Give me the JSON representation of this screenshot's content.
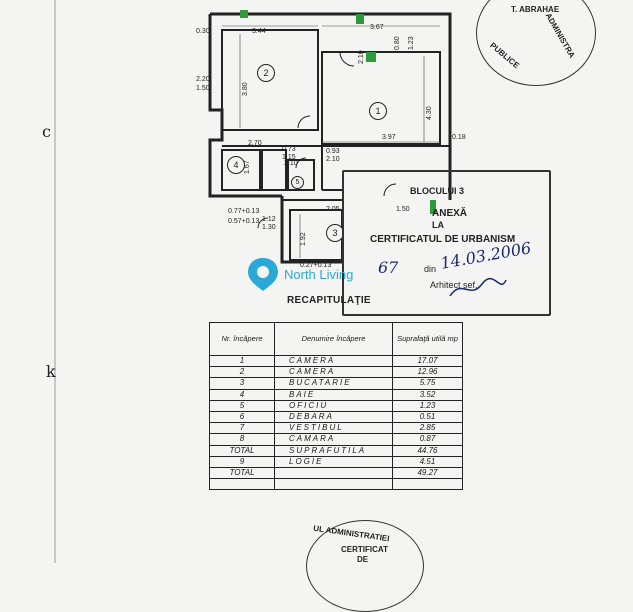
{
  "plan": {
    "dims": {
      "top_width": "3.44",
      "top_right": "3.67",
      "d_30": "0.30",
      "d_220": "2.20",
      "d_150": "1.50",
      "room2_height": "3.80",
      "room1_height": "4.30",
      "d_210a": "2.10",
      "d_080": "0.80",
      "d_123": "1.23",
      "d_397": "3.97",
      "d_018": "0.18",
      "d_270": "2.70",
      "d_073": "0.73",
      "d_115": "1.15",
      "d_093": "0.93",
      "d_210b": "2.10",
      "d_210c": "2.10",
      "d_167": "1.67",
      "d_150b": "1.50",
      "d_077": "0.77+0.13",
      "d_057": "0.57+0.13",
      "d_112": "1.12",
      "d_130": "1.30",
      "d_192": "1.92",
      "d_027": "0.27+0.13",
      "d_205": "2.05"
    },
    "rooms": [
      "1",
      "2",
      "3",
      "4",
      "5"
    ]
  },
  "stamp": {
    "line1": "BLOCULUI 3",
    "line2": "ANEXĂ",
    "line3": "LA",
    "line4": "CERTIFICATUL DE URBANISM",
    "nr": "67",
    "din_label": "din",
    "date": "14.03.2006",
    "arhitect": "Arhitect şef,"
  },
  "seal_top": {
    "name": "T. ABRAHAE",
    "text1": "ADMINISTRA",
    "text2": "PUBLICE"
  },
  "seal_bottom": {
    "text1": "UL ADMINISTRATIEI",
    "text2": "CERTIFICAT",
    "text3": "DE"
  },
  "logo": {
    "text": "North Living"
  },
  "recap": {
    "title": "RECAPITULAŢIE"
  },
  "table": {
    "headers": [
      "Nr. încăpere",
      "Denumire încăpere",
      "Suprafaţă utilă mp"
    ],
    "rows": [
      [
        "1",
        "CAMERA",
        "17.07"
      ],
      [
        "2",
        "CAMERA",
        "12.96"
      ],
      [
        "3",
        "BUCATARIE",
        "5.75"
      ],
      [
        "4",
        "BAIE",
        "3.52"
      ],
      [
        "5",
        "OFICIU",
        "1.23"
      ],
      [
        "6",
        "DEBARA",
        "0.51"
      ],
      [
        "7",
        "VESTIBUL",
        "2.85"
      ],
      [
        "8",
        "CAMARA",
        "0.87"
      ],
      [
        "TOTAL",
        "SUPRAFUTILA",
        "44.76"
      ],
      [
        "9",
        "LOGIE",
        "4.51"
      ],
      [
        "TOTAL",
        "",
        "49.27"
      ],
      [
        "",
        "",
        ""
      ]
    ]
  },
  "colors": {
    "logo": "#2aa9d6",
    "hand_ink": "#1b2a70",
    "green_mark": "#2e9a3a"
  },
  "margin_marks": {
    "m1": "c",
    "m2": "k"
  }
}
